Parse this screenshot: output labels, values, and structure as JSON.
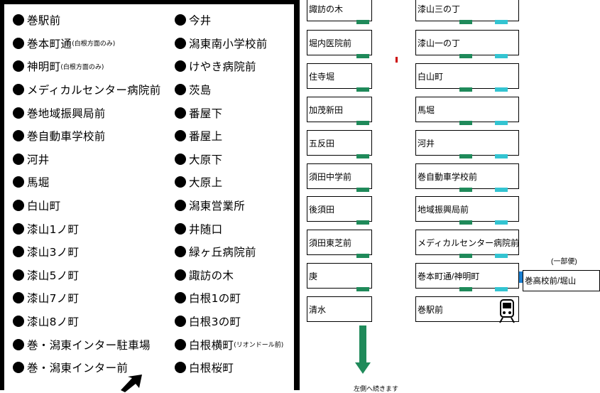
{
  "stops_col1": [
    {
      "name": "巻駅前",
      "note": ""
    },
    {
      "name": "巻本町通",
      "note": "(白根方面のみ)"
    },
    {
      "name": "神明町",
      "note": "(白根方面のみ)"
    },
    {
      "name": "メディカルセンター病院前",
      "note": ""
    },
    {
      "name": "巻地域振興局前",
      "note": ""
    },
    {
      "name": "巻自動車学校前",
      "note": ""
    },
    {
      "name": "河井",
      "note": ""
    },
    {
      "name": "馬堀",
      "note": ""
    },
    {
      "name": "白山町",
      "note": ""
    },
    {
      "name": "漆山1ノ町",
      "note": ""
    },
    {
      "name": "漆山3ノ町",
      "note": ""
    },
    {
      "name": "漆山5ノ町",
      "note": ""
    },
    {
      "name": "漆山7ノ町",
      "note": ""
    },
    {
      "name": "漆山8ノ町",
      "note": ""
    },
    {
      "name": "巻・潟東インター駐車場",
      "note": ""
    },
    {
      "name": "巻・潟東インター前",
      "note": ""
    }
  ],
  "stops_col2": [
    {
      "name": "今井",
      "note": ""
    },
    {
      "name": "潟東南小学校前",
      "note": ""
    },
    {
      "name": "けやき病院前",
      "note": ""
    },
    {
      "name": "茨島",
      "note": ""
    },
    {
      "name": "番屋下",
      "note": ""
    },
    {
      "name": "番屋上",
      "note": ""
    },
    {
      "name": "大原下",
      "note": ""
    },
    {
      "name": "大原上",
      "note": ""
    },
    {
      "name": "潟東営業所",
      "note": ""
    },
    {
      "name": "井随口",
      "note": ""
    },
    {
      "name": "緑ヶ丘病院前",
      "note": ""
    },
    {
      "name": "諏訪の木",
      "note": ""
    },
    {
      "name": "白根1の町",
      "note": ""
    },
    {
      "name": "白根3の町",
      "note": ""
    },
    {
      "name": "白根横町",
      "note": "(リオンドール前)"
    },
    {
      "name": "白根桜町",
      "note": ""
    }
  ],
  "route_col_a": [
    "諏訪の木",
    "堀内医院前",
    "住寺堀",
    "加茂新田",
    "五反田",
    "須田中学前",
    "後須田",
    "須田東芝前",
    "庚",
    "清水"
  ],
  "route_col_b": [
    "漆山三の丁",
    "漆山一の丁",
    "白山町",
    "馬堀",
    "河井",
    "巻自動車学校前",
    "地域振興局前",
    "メディカルセンター病院前",
    "巻本町通/神明町",
    "巻駅前"
  ],
  "extra_stop": "巻高校前/堀山",
  "extra_note": "(一部便)",
  "bottom_note": "左側へ続きます",
  "icons": {
    "train": "train-icon",
    "down_arrow": "down-arrow-icon",
    "pointer_arrow": "pointer-arrow-icon"
  },
  "colors": {
    "green": "#1f8a5a",
    "cyan": "#33c4d1",
    "blue": "#1b7fd1"
  }
}
